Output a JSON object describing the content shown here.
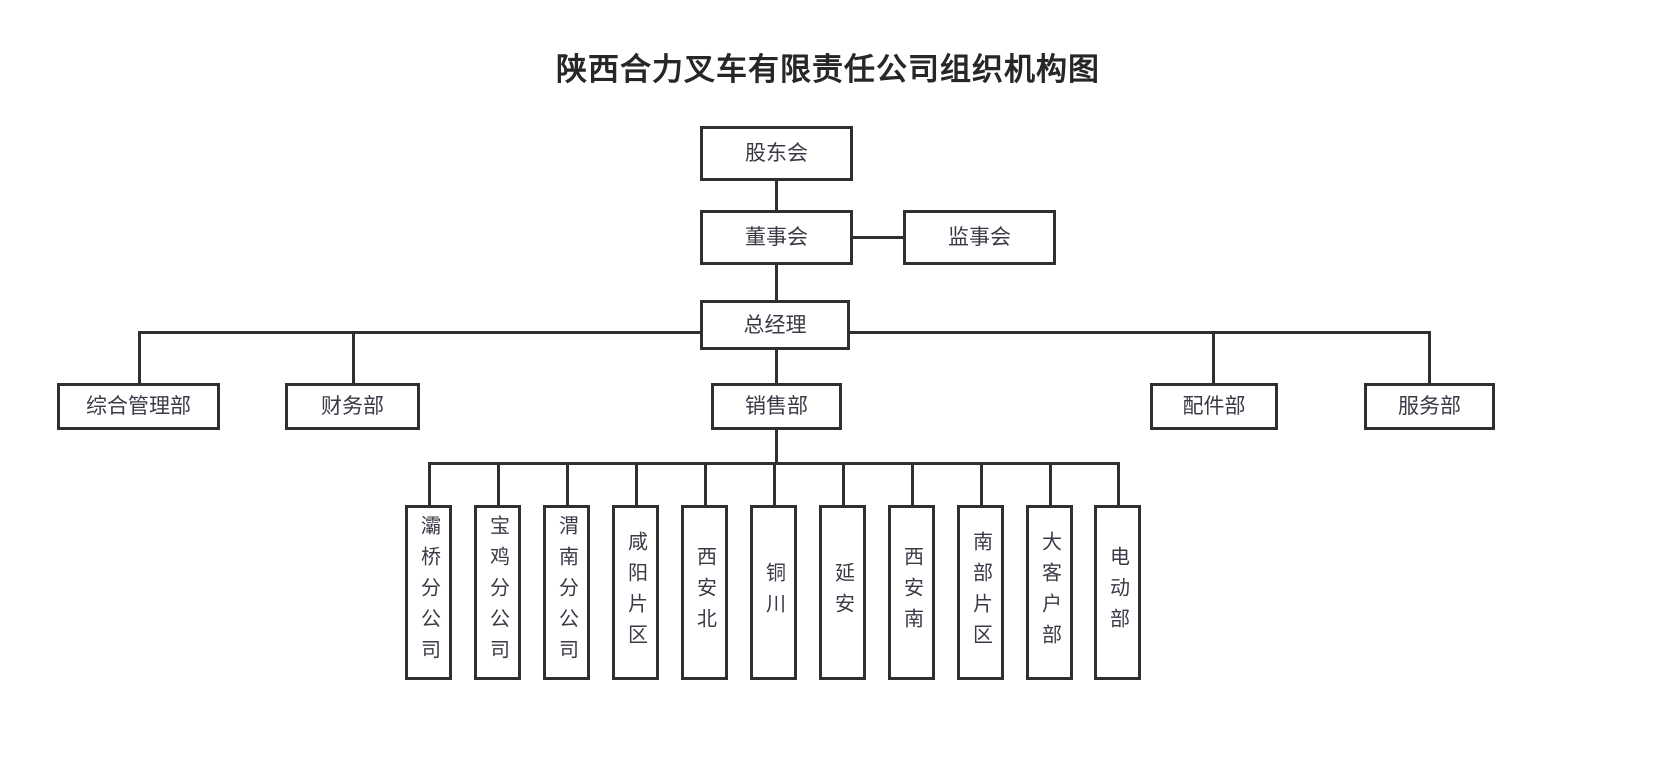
{
  "title": "陕西合力叉车有限责任公司组织机构图",
  "nodes": {
    "shareholders": "股东会",
    "board": "董事会",
    "supervisors": "监事会",
    "general_manager": "总经理"
  },
  "departments": [
    {
      "label": "综合管理部"
    },
    {
      "label": "财务部"
    },
    {
      "label": "销售部"
    },
    {
      "label": "配件部"
    },
    {
      "label": "服务部"
    }
  ],
  "sales_units": [
    {
      "label": "灞桥分公司"
    },
    {
      "label": "宝鸡分公司"
    },
    {
      "label": "渭南分公司"
    },
    {
      "label": "咸阳片区"
    },
    {
      "label": "西安北"
    },
    {
      "label": "铜川"
    },
    {
      "label": "延安"
    },
    {
      "label": "西安南"
    },
    {
      "label": "南部片区"
    },
    {
      "label": "大客户部"
    },
    {
      "label": "电动部"
    }
  ],
  "colors": {
    "border": "#2f2f2f",
    "text": "#3a3a46",
    "title": "#272727",
    "background": "#ffffff"
  }
}
